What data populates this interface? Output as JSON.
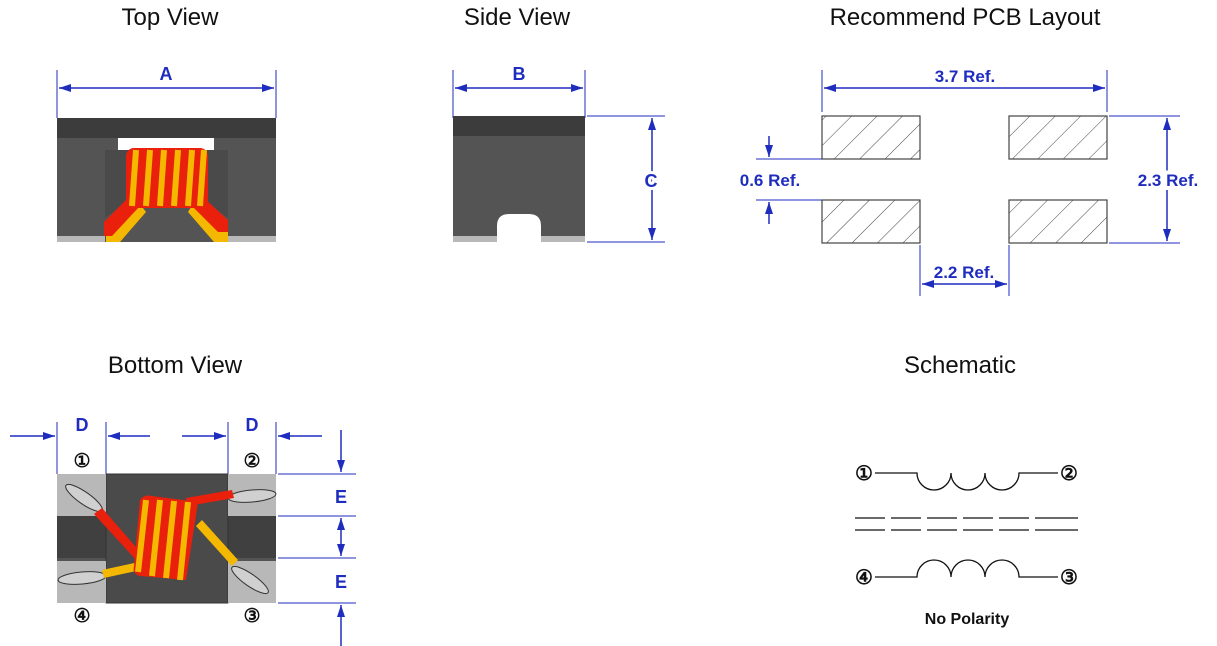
{
  "titles": {
    "top_view": "Top View",
    "side_view": "Side View",
    "pcb_layout": "Recommend PCB Layout",
    "bottom_view": "Bottom View",
    "schematic": "Schematic"
  },
  "dimensions": {
    "A": "A",
    "B": "B",
    "C": "C",
    "D_left": "D",
    "D_right": "D",
    "E_top": "E",
    "E_bottom": "E"
  },
  "pcb": {
    "width_ref": "3.7 Ref.",
    "gap_ref": "0.6 Ref.",
    "height_ref": "2.3 Ref.",
    "spacing_ref": "2.2 Ref."
  },
  "pins": {
    "bottom": [
      "①",
      "②",
      "④",
      "③"
    ],
    "schematic": [
      "①",
      "②",
      "④",
      "③"
    ]
  },
  "schematic_note": "No Polarity",
  "colors": {
    "dimension": "#1f2dbf",
    "body": "#505050",
    "body_top": "#3c3c3c",
    "terminal": "#b8b8b8",
    "winding_red": "#e8200c",
    "winding_yellow": "#f5b800"
  }
}
